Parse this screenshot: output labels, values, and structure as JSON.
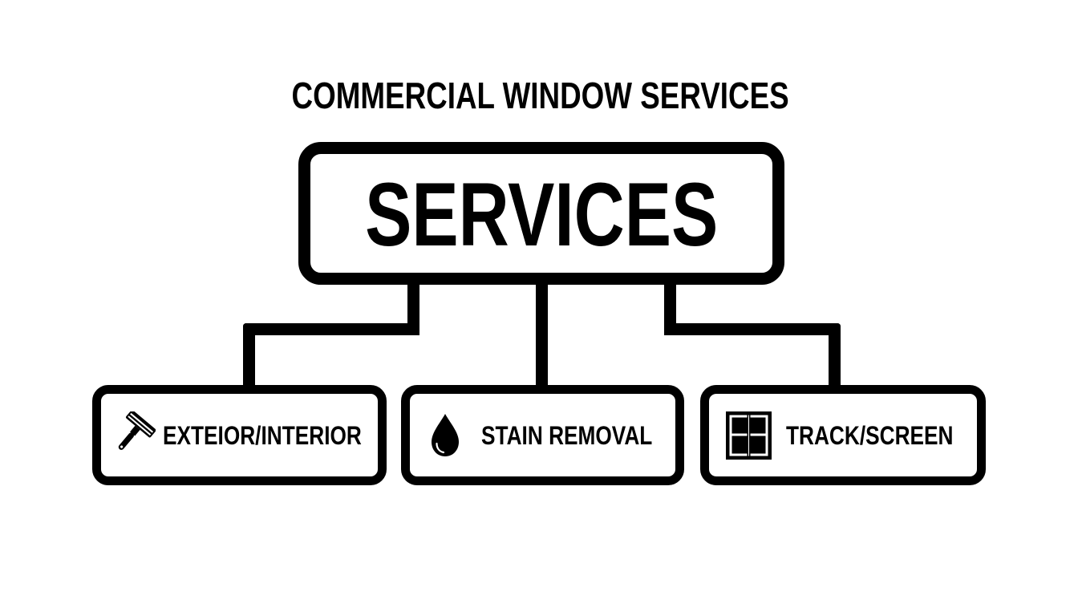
{
  "diagram": {
    "title": "COMMERCIAL WINDOW SERVICES",
    "root": {
      "label": "SERVICES"
    },
    "children": [
      {
        "label": "EXTEIOR/INTERIOR",
        "icon": "squeegee-icon"
      },
      {
        "label": "STAIN REMOVAL",
        "icon": "water-drop-icon"
      },
      {
        "label": "TRACK/SCREEN",
        "icon": "window-icon"
      }
    ],
    "colors": {
      "background": "#ffffff",
      "stroke": "#000000",
      "text": "#000000"
    }
  }
}
